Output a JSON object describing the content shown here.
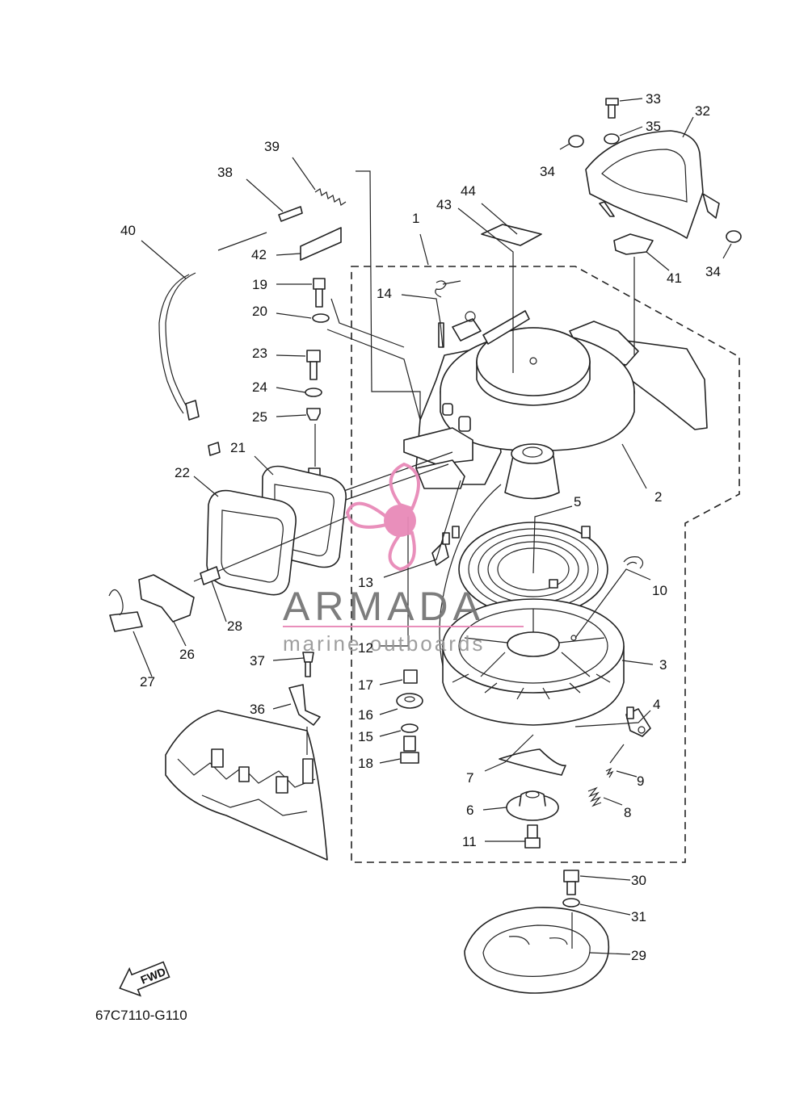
{
  "diagram": {
    "code": "67C7110-G110",
    "fwd_label": "FWD",
    "watermark": {
      "brand": "ARMADA",
      "tagline": "marine outboards",
      "accent_color": "#e88ab8"
    },
    "callouts": [
      "1",
      "2",
      "3",
      "4",
      "5",
      "6",
      "7",
      "8",
      "9",
      "10",
      "11",
      "12",
      "13",
      "14",
      "15",
      "16",
      "17",
      "18",
      "19",
      "20",
      "21",
      "22",
      "23",
      "24",
      "25",
      "26",
      "27",
      "28",
      "29",
      "30",
      "31",
      "32",
      "33",
      "34",
      "34",
      "35",
      "36",
      "37",
      "38",
      "39",
      "40",
      "41",
      "42",
      "43",
      "44"
    ]
  }
}
